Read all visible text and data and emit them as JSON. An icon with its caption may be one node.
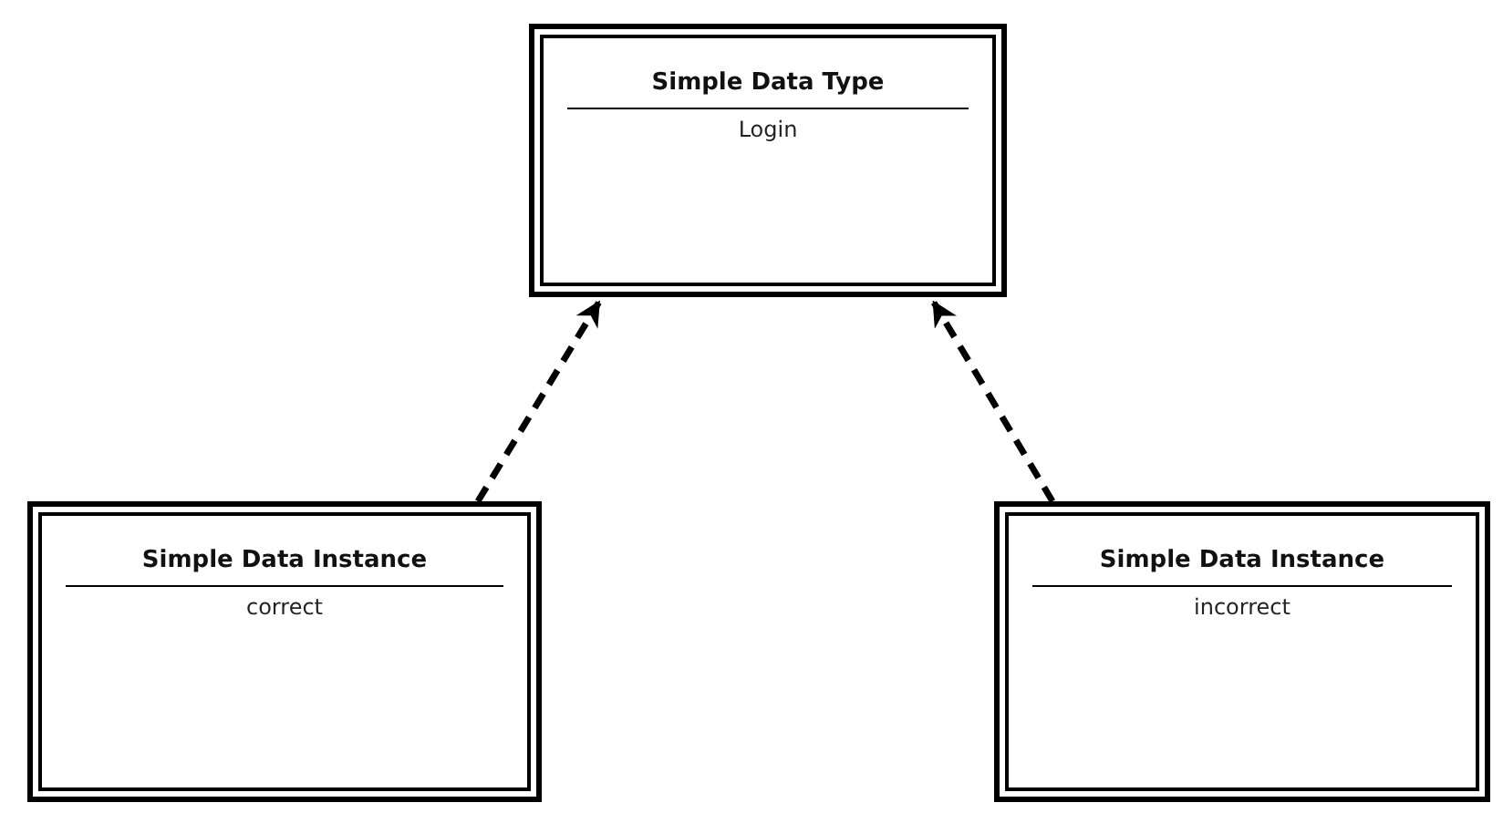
{
  "diagram": {
    "nodes": [
      {
        "text": [
          "Simple Data Type",
          "Login"
        ]
      },
      {
        "text": [
          "Simple Data Instance",
          "correct"
        ]
      },
      {
        "text": [
          "Simple Data Instance",
          "incorrect"
        ]
      }
    ],
    "edges": [
      {
        "from": 1,
        "to": 0,
        "arrow": "to",
        "style": "dashed"
      },
      {
        "from": 2,
        "to": 0,
        "arrow": "to",
        "style": "dashed"
      }
    ]
  }
}
